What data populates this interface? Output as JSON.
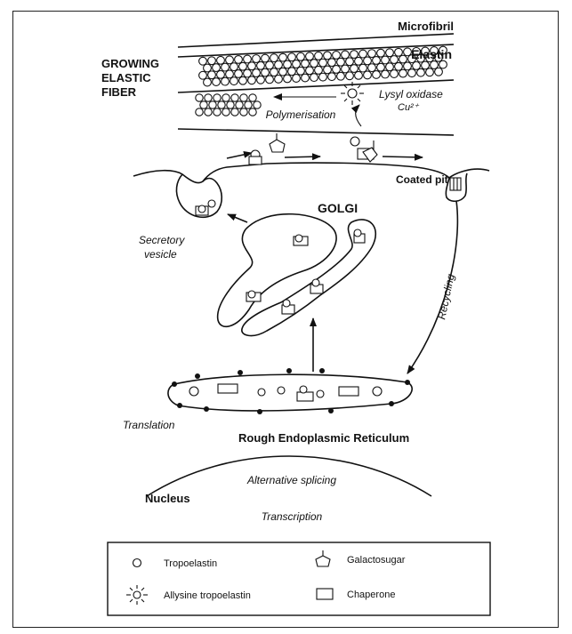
{
  "labels": {
    "microfibril": "Microfibril",
    "elastin": "Elastin",
    "growing": "GROWING",
    "elastic": "ELASTIC",
    "fiber": "FIBER",
    "lysyl_oxidase": "Lysyl oxidase",
    "cu": "Cu²⁺",
    "polymerisation": "Polymerisation",
    "coated_pit": "Coated pit",
    "golgi": "GOLGI",
    "secretory": "Secretory",
    "vesicle": "vesicle",
    "recycling": "Recycling",
    "translation": "Translation",
    "rer": "Rough Endoplasmic Reticulum",
    "alt_splicing": "Alternative splicing",
    "nucleus": "Nucleus",
    "transcription": "Transcription"
  },
  "legend": {
    "tropoelastin": "Tropoelastin",
    "galactosugar": "Galactosugar",
    "allysine": "Allysine tropoelastin",
    "chaperone": "Chaperone"
  },
  "colors": {
    "ink": "#111111",
    "background": "#ffffff"
  }
}
